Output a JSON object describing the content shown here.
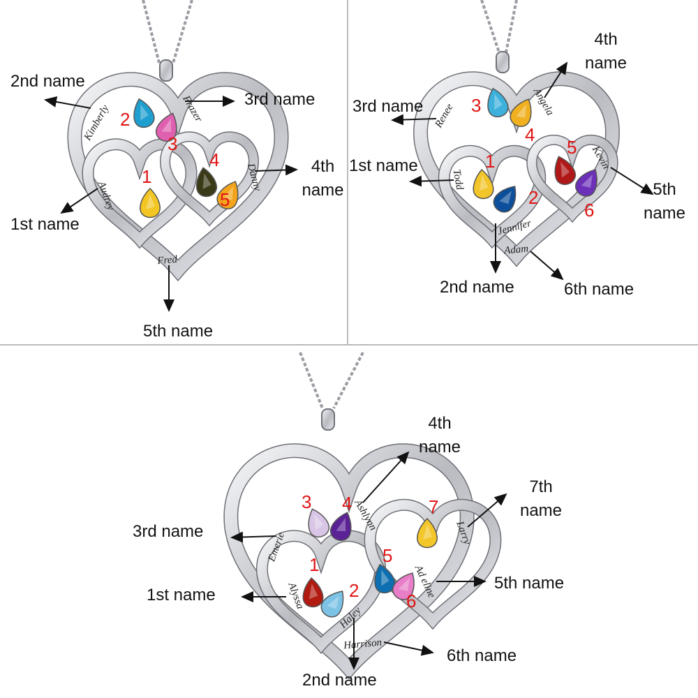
{
  "colors": {
    "number": "#e01515",
    "arrow": "#111111",
    "metal": "#c9cbd0",
    "metal_dark": "#6e7076",
    "chain": "#9a9ca2"
  },
  "panels": [
    {
      "labels": [
        "2nd name",
        "3rd name",
        "4th name",
        "1st name",
        "5th name"
      ],
      "numbers": [
        "1",
        "2",
        "3",
        "4",
        "5"
      ],
      "engravings": [
        "Audrey",
        "Kimberly",
        "Frazer",
        "Danny",
        "Fred"
      ],
      "gems": [
        "#f3c623",
        "#1f9fd0",
        "#e060b0",
        "#3a3a18",
        "#f2a51c"
      ]
    },
    {
      "labels": [
        "4th name",
        "3rd name",
        "1st name",
        "5th name",
        "2nd name",
        "6th name"
      ],
      "numbers": [
        "1",
        "2",
        "3",
        "4",
        "5",
        "6"
      ],
      "engravings": [
        "Todd",
        "Jennifer",
        "Renee",
        "Angela",
        "Kevin",
        "Adam"
      ],
      "gems": [
        "#f2c52a",
        "#0d4f9a",
        "#3db0dc",
        "#f0b020",
        "#b01818",
        "#6b2fb8"
      ]
    },
    {
      "labels": [
        "4th name",
        "7th name",
        "3rd name",
        "5th name",
        "1st name",
        "6th name",
        "2nd name"
      ],
      "numbers": [
        "1",
        "2",
        "3",
        "4",
        "5",
        "6",
        "7"
      ],
      "engravings": [
        "Alyssa",
        "Haley",
        "Emerie",
        "Ashlynn",
        "Ad eline",
        "Harrison",
        "Larry"
      ],
      "gems": [
        "#b01a10",
        "#7cc3e6",
        "#d9c6e6",
        "#5b2296",
        "#0d6fb0",
        "#e87dc8",
        "#f3c62a"
      ]
    }
  ]
}
